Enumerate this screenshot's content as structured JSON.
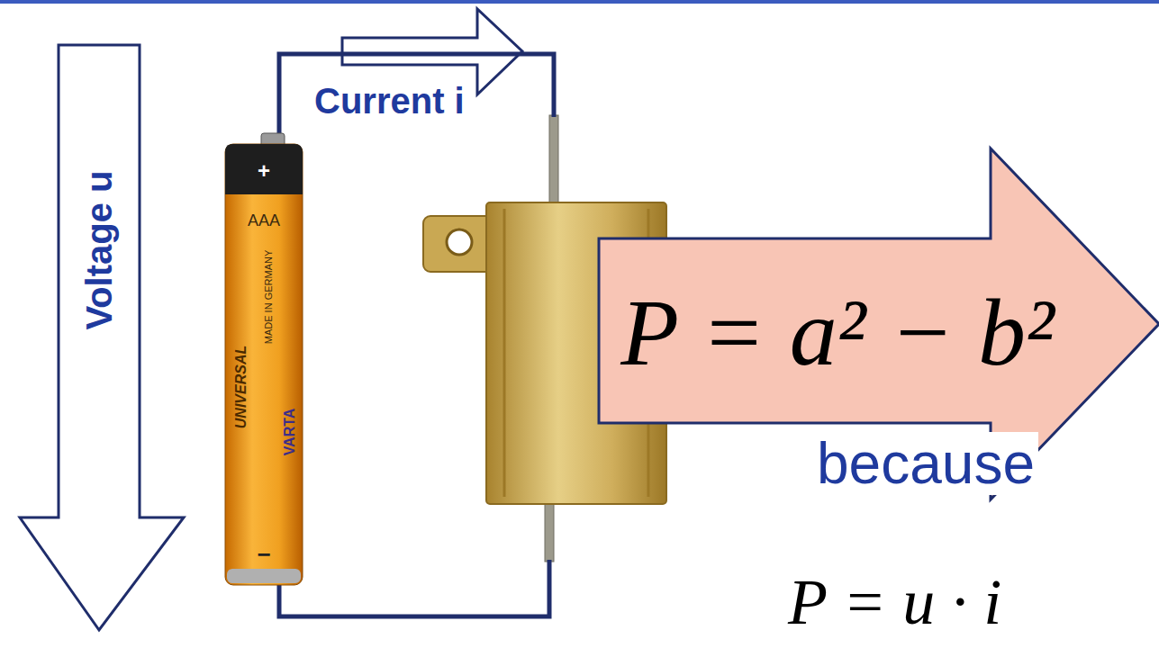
{
  "diagram": {
    "nodes": [
      {
        "text": [
          "Voltage u"
        ]
      },
      {
        "text": [
          "P = a² − b²"
        ]
      }
    ],
    "labels": [
      "Current i",
      "because",
      "P = u · i",
      "+",
      "AAA",
      "UNIVERSAL",
      "MADE IN GERMANY",
      "VARTA",
      "−"
    ]
  }
}
